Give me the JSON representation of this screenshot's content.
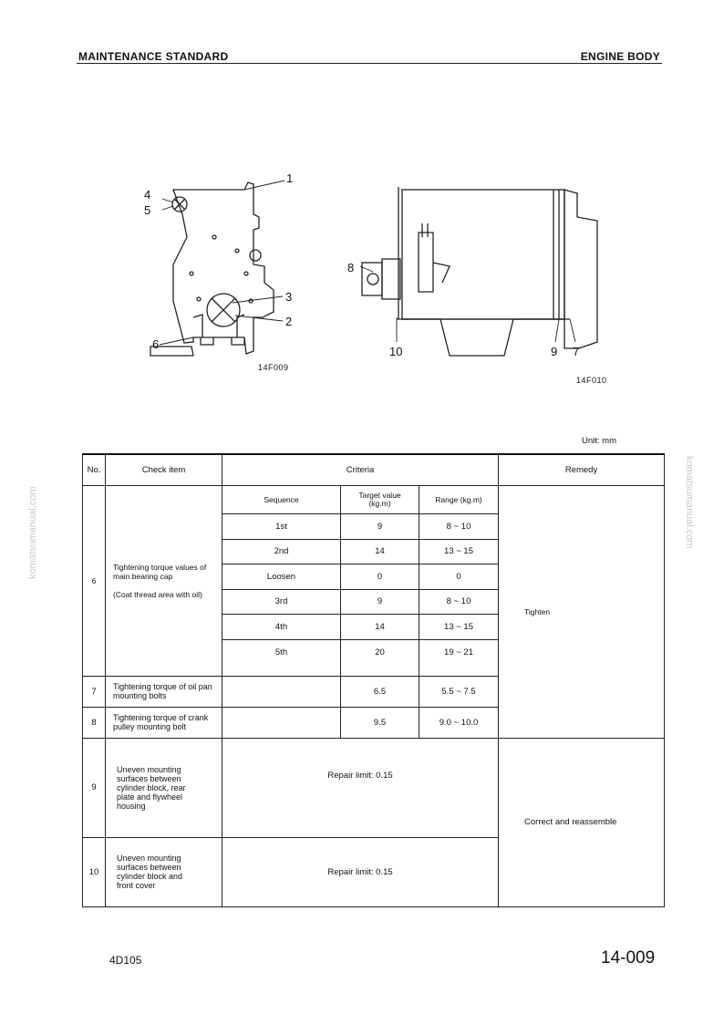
{
  "header": {
    "left": "MAINTENANCE STANDARD",
    "right": "ENGINE BODY"
  },
  "watermark": "komatsumanual.com",
  "figures": {
    "left": {
      "code": "14F009",
      "callouts": [
        "1",
        "2",
        "3",
        "4",
        "5",
        "6"
      ]
    },
    "right": {
      "code": "14F010",
      "callouts": [
        "7",
        "8",
        "9",
        "10"
      ]
    }
  },
  "unit": "Unit: mm",
  "table": {
    "headers": {
      "no": "No.",
      "check_item": "Check item",
      "criteria": "Criteria",
      "remedy": "Remedy"
    },
    "sub_headers": {
      "sequence": "Sequence",
      "target": "Target value (kg.m)",
      "range": "Range (kg.m)"
    },
    "row6": {
      "no": "6",
      "item_line1": "Tightening torque values of main bearing cap",
      "item_line2": "(Coat thread area with oil)",
      "remedy": "Tighten",
      "steps": [
        {
          "sequence": "1st",
          "target": "9",
          "range": "8 ~ 10"
        },
        {
          "sequence": "2nd",
          "target": "14",
          "range": "13 ~ 15"
        },
        {
          "sequence": "Loosen",
          "target": "0",
          "range": "0"
        },
        {
          "sequence": "3rd",
          "target": "9",
          "range": "8 ~ 10"
        },
        {
          "sequence": "4th",
          "target": "14",
          "range": "13 ~ 15"
        },
        {
          "sequence": "5th",
          "target": "20",
          "range": "19 ~ 21"
        }
      ]
    },
    "row7": {
      "no": "7",
      "item": "Tightening torque of oil pan mounting bolts",
      "target": "6.5",
      "range": "5.5 ~ 7.5"
    },
    "row8": {
      "no": "8",
      "item": "Tightening torque of crank pulley mounting bolt",
      "target": "9.5",
      "range": "9.0 ~ 10.0"
    },
    "row9": {
      "no": "9",
      "item": "Uneven mounting surfaces between cylinder block, rear plate and flywheel housing",
      "criteria": "Repair limit: 0.15"
    },
    "row10": {
      "no": "10",
      "item": "Uneven mounting surfaces between cylinder block and front cover",
      "criteria": "Repair limit: 0.15"
    },
    "remedy_9_10": "Correct and reassemble"
  },
  "footer": {
    "model": "4D105",
    "page": "14-009"
  }
}
